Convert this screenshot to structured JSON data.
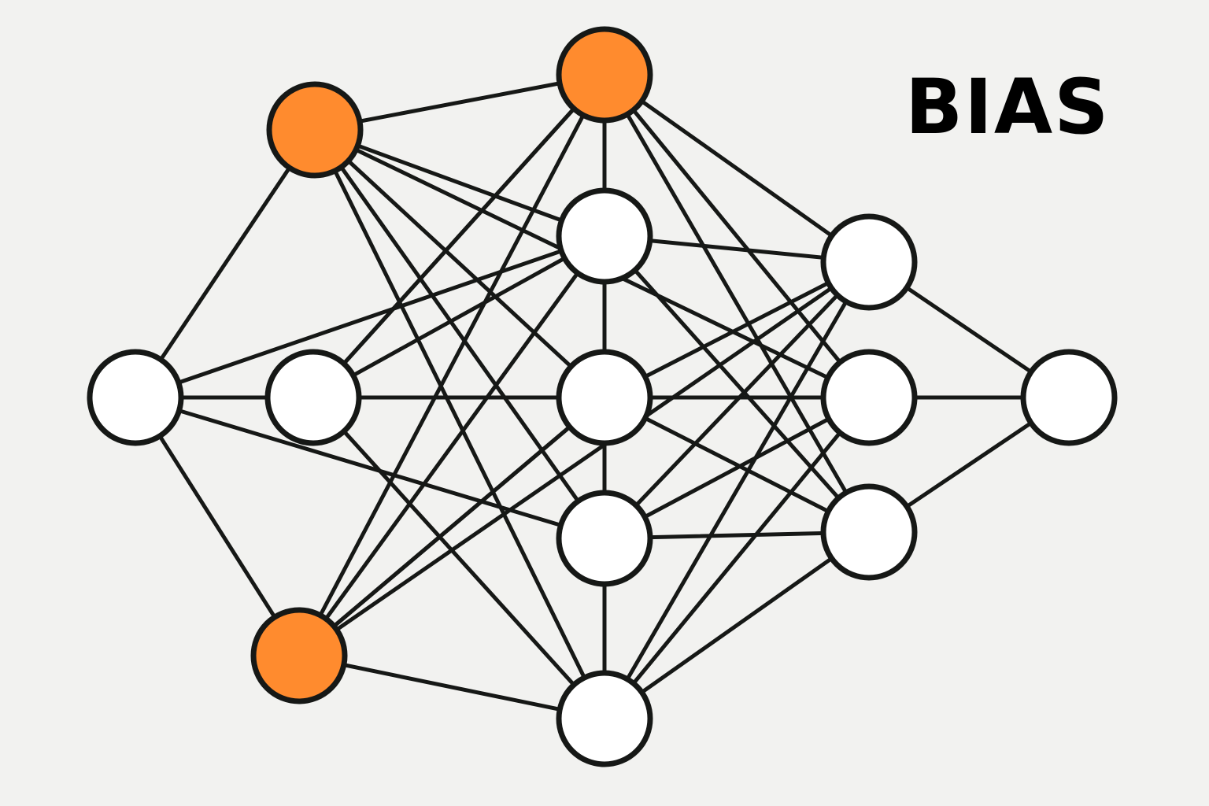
{
  "title": "BIAS",
  "colors": {
    "background": "#f2f2f0",
    "line": "#161816",
    "node_fill": "#ffffff",
    "highlight_fill": "#ff8b2e"
  },
  "diagram": {
    "type": "neural-network",
    "nodes": [
      {
        "id": "input",
        "highlight": false
      },
      {
        "id": "l1-top",
        "highlight": true
      },
      {
        "id": "l1-mid",
        "highlight": false
      },
      {
        "id": "l1-bot",
        "highlight": true
      },
      {
        "id": "l2-top",
        "highlight": true
      },
      {
        "id": "l2-a",
        "highlight": false
      },
      {
        "id": "l2-b",
        "highlight": false
      },
      {
        "id": "l2-c",
        "highlight": false
      },
      {
        "id": "l2-bot",
        "highlight": false
      },
      {
        "id": "l3-top",
        "highlight": false
      },
      {
        "id": "l3-mid",
        "highlight": false
      },
      {
        "id": "l3-bot",
        "highlight": false
      },
      {
        "id": "output",
        "highlight": false
      }
    ],
    "edges": [
      [
        "input",
        "l1-top"
      ],
      [
        "input",
        "l1-mid"
      ],
      [
        "input",
        "l1-bot"
      ],
      [
        "input",
        "l2-a"
      ],
      [
        "input",
        "l2-c"
      ],
      [
        "input",
        "l3-mid"
      ],
      [
        "l1-top",
        "l2-top"
      ],
      [
        "l1-top",
        "l2-a"
      ],
      [
        "l1-top",
        "l2-b"
      ],
      [
        "l1-top",
        "l2-c"
      ],
      [
        "l1-top",
        "l2-bot"
      ],
      [
        "l1-top",
        "l3-mid"
      ],
      [
        "l1-mid",
        "l2-top"
      ],
      [
        "l1-mid",
        "l2-a"
      ],
      [
        "l1-mid",
        "l2-b"
      ],
      [
        "l1-mid",
        "l2-bot"
      ],
      [
        "l1-bot",
        "l2-top"
      ],
      [
        "l1-bot",
        "l2-a"
      ],
      [
        "l1-bot",
        "l2-b"
      ],
      [
        "l1-bot",
        "l2-bot"
      ],
      [
        "l1-bot",
        "l3-top"
      ],
      [
        "l2-top",
        "l1-mid"
      ],
      [
        "l2-top",
        "l2-c"
      ],
      [
        "l2-top",
        "l3-top"
      ],
      [
        "l2-top",
        "l3-mid"
      ],
      [
        "l2-top",
        "l3-bot"
      ],
      [
        "l2-a",
        "l3-top"
      ],
      [
        "l2-a",
        "l3-bot"
      ],
      [
        "l2-a",
        "l2-bot"
      ],
      [
        "l2-b",
        "l3-top"
      ],
      [
        "l2-b",
        "l3-mid"
      ],
      [
        "l2-b",
        "l3-bot"
      ],
      [
        "l2-b",
        "l1-bot"
      ],
      [
        "l2-c",
        "l3-top"
      ],
      [
        "l2-c",
        "l3-bot"
      ],
      [
        "l2-c",
        "l3-mid"
      ],
      [
        "l2-bot",
        "l3-top"
      ],
      [
        "l2-bot",
        "l3-mid"
      ],
      [
        "l2-bot",
        "l3-bot"
      ],
      [
        "l3-top",
        "output"
      ],
      [
        "l3-mid",
        "output"
      ],
      [
        "l3-bot",
        "output"
      ]
    ]
  }
}
